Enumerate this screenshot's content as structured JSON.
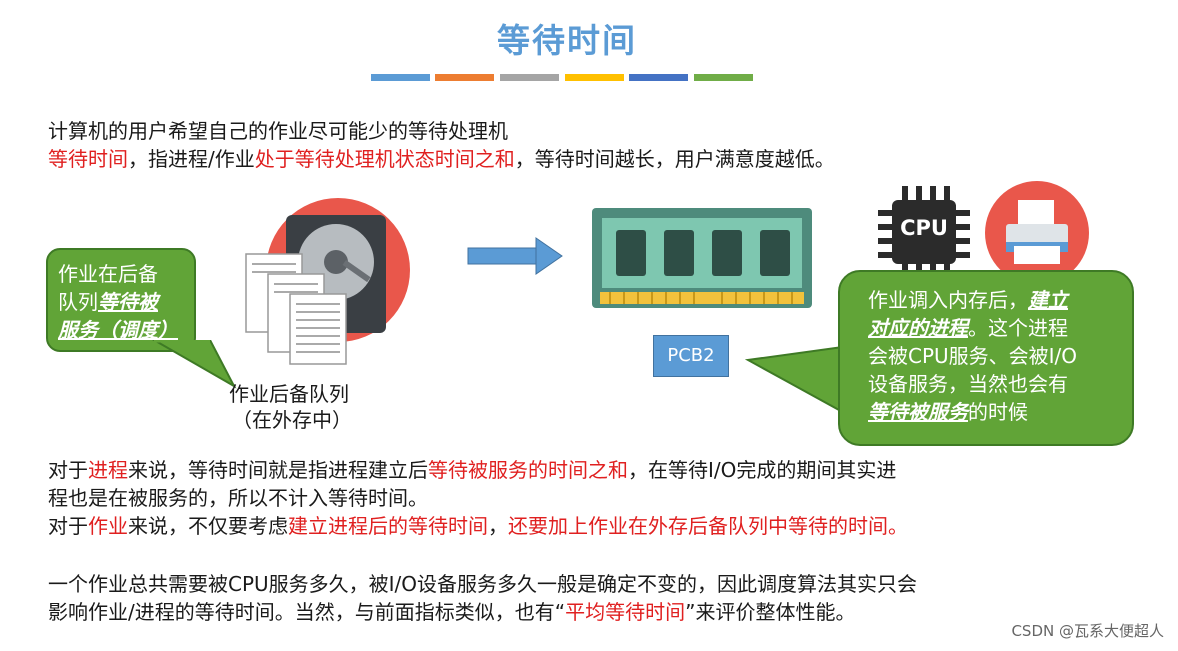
{
  "slide": {
    "title": "等待时间",
    "stripe_colors": [
      "#5b9bd5",
      "#ed7d31",
      "#a5a5a5",
      "#ffc000",
      "#4472c4",
      "#70ad47"
    ]
  },
  "intro": {
    "line1": "计算机的用户希望自己的作业尽可能少的等待处理机",
    "line2_a": "等待时间",
    "line2_b": "，指进程/作业",
    "line2_c": "处于等待处理机状态时间之和",
    "line2_d": "，等待时间越长，用户满意度越低。"
  },
  "left_callout": {
    "line1": "作业在后备",
    "line2_a": "队列",
    "line2_b": "等待被",
    "line3": "服务（调度）"
  },
  "queue_caption": {
    "line1": "作业后备队列",
    "line2": "（在外存中）"
  },
  "pcb_label": "PCB2",
  "cpu_label": "CPU",
  "right_callout": {
    "line1_a": "作业调入内存后，",
    "line1_b": "建立",
    "line2_a": "对应的进程",
    "line2_b": "。这个进程",
    "line3": "会被CPU服务、会被I/O",
    "line4": "设备服务，当然也会有",
    "line5_a": "等待被服务",
    "line5_b": "的时候"
  },
  "process_para": {
    "a": "对于",
    "b": "进程",
    "c": "来说，等待时间就是指进程建立后",
    "d": "等待被服务的时间之和",
    "e": "，在等待I/O完成的期间其实进",
    "line2": "程也是在被服务的，所以不计入等待时间。"
  },
  "job_para": {
    "a": "对于",
    "b": "作业",
    "c": "来说，不仅要考虑",
    "d": "建立进程后的等待时间",
    "e": "，",
    "f": "还要加上作业在外存后备队列中等待的时间。"
  },
  "final_para": {
    "line1": "一个作业总共需要被CPU服务多久，被I/O设备服务多久一般是确定不变的，因此调度算法其实只会",
    "line2_a": "影响作业/进程的等待时间。当然，与前面指标类似，也有“",
    "line2_b": "平均等待时间",
    "line2_c": "”来评价整体性能。"
  },
  "watermark": "CSDN @瓦系大便超人"
}
